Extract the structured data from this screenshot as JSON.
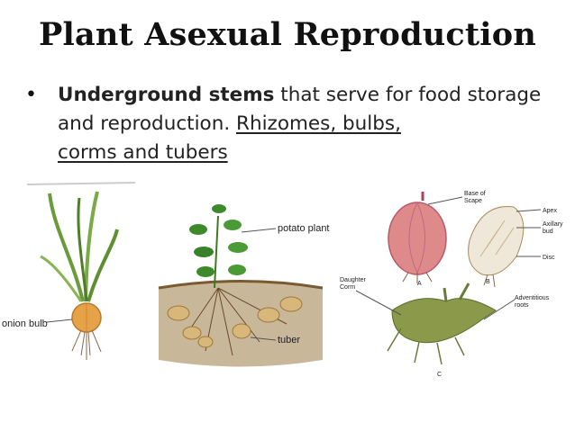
{
  "slide": {
    "title": "Plant Asexual Reproduction",
    "bullet": {
      "bold": "Underground stems",
      "text": " that serve for food storage and reproduction. ",
      "underlined_line1": "Rhizomes, bulbs,",
      "underlined_line2": "corms and tubers"
    }
  },
  "figures": {
    "onion": {
      "label": "onion bulb"
    },
    "potato": {
      "label_plant": "potato plant",
      "label_tuber": "tuber"
    },
    "corm": {
      "label_base": "Base of",
      "label_base2": "Scape",
      "label_apex": "Apex",
      "label_axillary": "Axillary",
      "label_axillary2": "bud",
      "label_disc": "Disc",
      "label_daughter": "Daughter",
      "label_daughter2": "Corm",
      "label_adventitious": "Adventitious",
      "label_adventitious2": "roots",
      "letter_a": "A",
      "letter_b": "B",
      "letter_c": "C"
    }
  },
  "colors": {
    "title": "#111111",
    "text": "#222222"
  }
}
